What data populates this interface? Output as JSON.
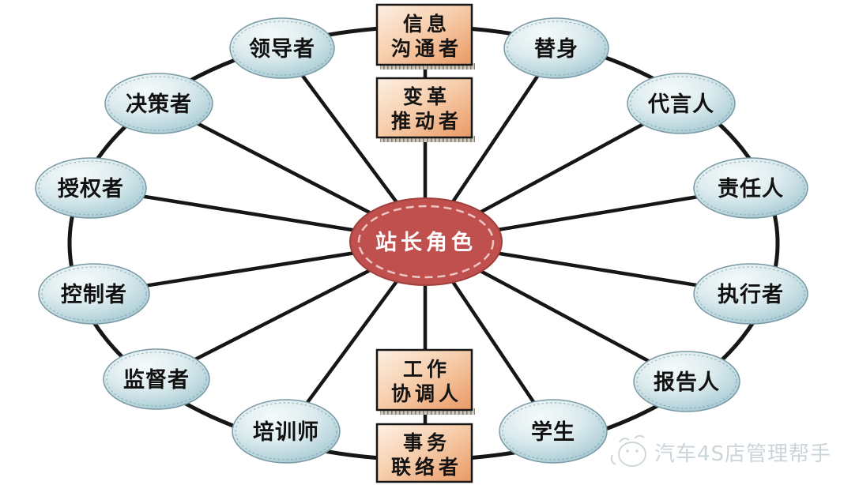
{
  "diagram": {
    "hub": {
      "label": "站长角色"
    },
    "rect_nodes": [
      {
        "id": "info-communicator",
        "line1": "信息",
        "line2": "沟通者"
      },
      {
        "id": "change-promoter",
        "line1": "变革",
        "line2": "推动者"
      },
      {
        "id": "work-coordinator",
        "line1": "工作",
        "line2": "协调人"
      },
      {
        "id": "affairs-liaison",
        "line1": "事务",
        "line2": "联络者"
      }
    ],
    "ellipse_nodes": [
      {
        "id": "leader",
        "label": "领导者"
      },
      {
        "id": "substitute",
        "label": "替身"
      },
      {
        "id": "spokesperson",
        "label": "代言人"
      },
      {
        "id": "responsible-person",
        "label": "责任人"
      },
      {
        "id": "executor",
        "label": "执行者"
      },
      {
        "id": "reporter",
        "label": "报告人"
      },
      {
        "id": "student",
        "label": "学生"
      },
      {
        "id": "trainer",
        "label": "培训师"
      },
      {
        "id": "supervisor",
        "label": "监督者"
      },
      {
        "id": "controller",
        "label": "控制者"
      },
      {
        "id": "authorizer",
        "label": "授权者"
      },
      {
        "id": "decision-maker",
        "label": "决策者"
      }
    ],
    "colors": {
      "hub_fill": "#c0504d",
      "hub_inner_dash": "#eec7c4",
      "ellipse_fill": "#bcd8e0",
      "rect_fill": "#f3c09a",
      "line": "#161616",
      "watermark": "#c9d2d7"
    },
    "watermark": {
      "text": "汽车4S店管理帮手"
    }
  }
}
